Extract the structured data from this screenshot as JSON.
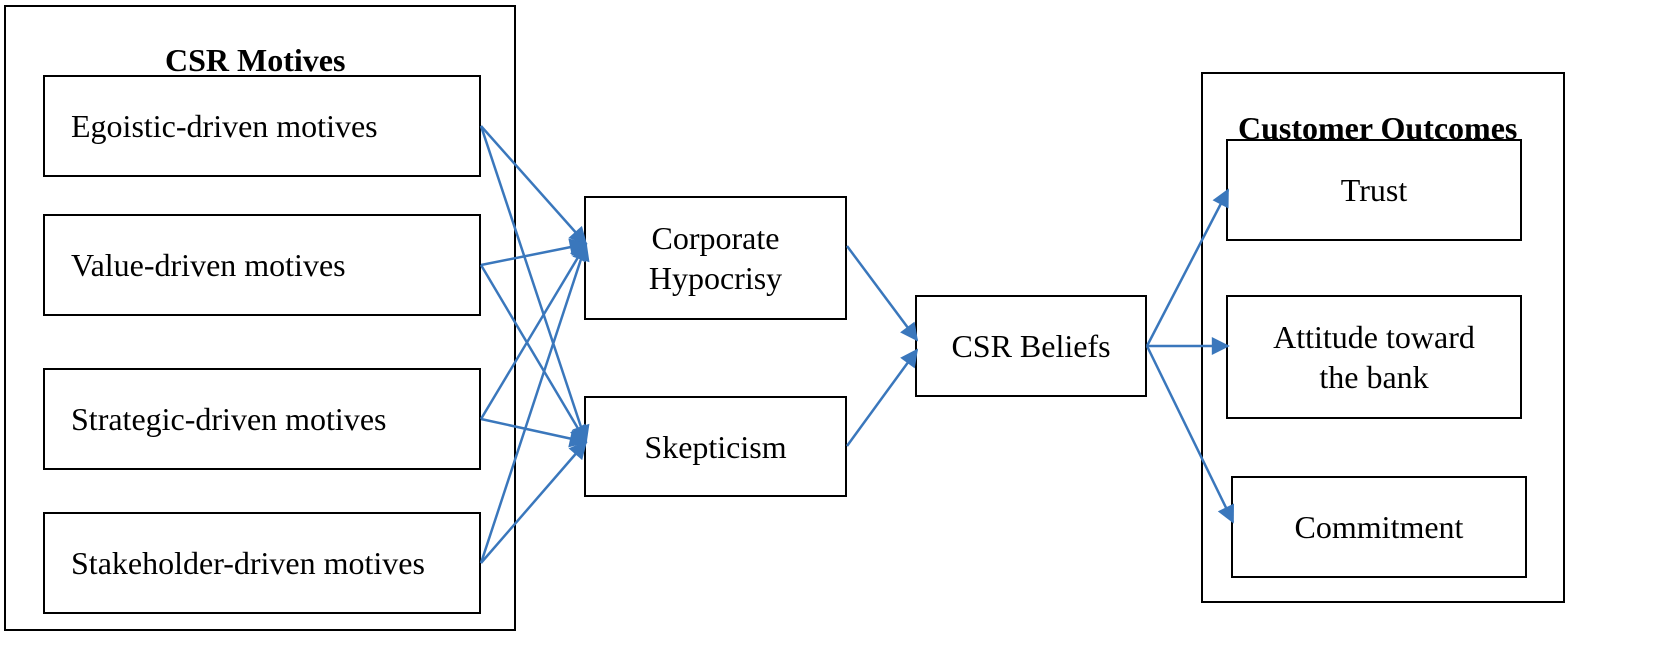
{
  "colors": {
    "arrow": "#3a77bc",
    "border": "#000000",
    "background": "#ffffff"
  },
  "csr_motives": {
    "title": "CSR Motives",
    "items": [
      "Egoistic-driven motives",
      "Value-driven motives",
      "Strategic-driven motives",
      "Stakeholder-driven motives"
    ]
  },
  "mediators": {
    "corporate_hypocrisy": [
      "Corporate",
      "Hypocrisy"
    ],
    "skepticism": "Skepticism"
  },
  "csr_beliefs": "CSR Beliefs",
  "customer_outcomes": {
    "title": "Customer Outcomes",
    "trust": "Trust",
    "attitude": [
      "Attitude toward",
      "the bank"
    ],
    "commitment": "Commitment"
  },
  "edges": [
    {
      "from": "egoistic",
      "to": "hypocrisy"
    },
    {
      "from": "egoistic",
      "to": "skepticism"
    },
    {
      "from": "value",
      "to": "hypocrisy"
    },
    {
      "from": "value",
      "to": "skepticism"
    },
    {
      "from": "strategic",
      "to": "hypocrisy"
    },
    {
      "from": "strategic",
      "to": "skepticism"
    },
    {
      "from": "stakeholder",
      "to": "hypocrisy"
    },
    {
      "from": "stakeholder",
      "to": "skepticism"
    },
    {
      "from": "hypocrisy",
      "to": "beliefs"
    },
    {
      "from": "skepticism",
      "to": "beliefs"
    },
    {
      "from": "beliefs",
      "to": "trust"
    },
    {
      "from": "beliefs",
      "to": "attitude"
    },
    {
      "from": "beliefs",
      "to": "commitment"
    }
  ]
}
